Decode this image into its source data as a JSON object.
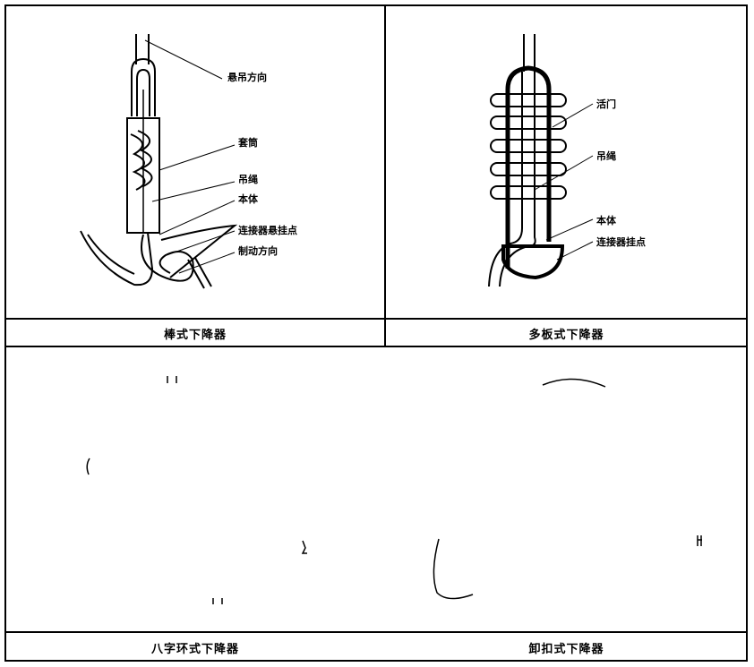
{
  "panels": {
    "rod": {
      "caption": "棒式下降器",
      "labels": {
        "suspension_direction": "悬吊方向",
        "sleeve": "套筒",
        "rope": "吊绳",
        "body": "本体",
        "connector_point": "连接器悬挂点",
        "braking_direction": "制动方向"
      }
    },
    "multi_plate": {
      "caption": "多板式下降器",
      "labels": {
        "gate": "活门",
        "rope": "吊绳",
        "body": "本体",
        "connector_point": "连接器挂点"
      }
    },
    "figure_eight": {
      "caption": "八字环式下降器"
    },
    "buckle": {
      "caption": "卸扣式下降器"
    }
  }
}
